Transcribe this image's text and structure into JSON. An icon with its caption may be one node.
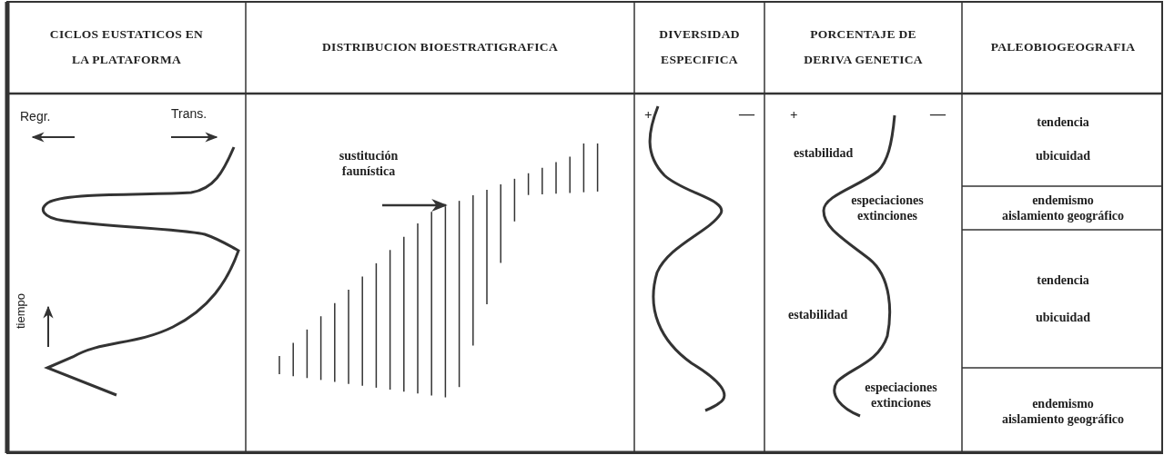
{
  "diagram": {
    "nodes": [
      {
        "text": [
          "CICLOS EUSTATICOS EN LA PLATAFORMA"
        ]
      },
      {
        "text": [
          "DISTRIBUCION BIOESTRATIGRAFICA"
        ]
      },
      {
        "text": [
          "DIVERSIDAD ESPECIFICA"
        ]
      },
      {
        "text": [
          "PORCENTAJE DE DERIVA GENETICA"
        ]
      },
      {
        "text": [
          "PALEOBIOGEOGRAFIA"
        ]
      },
      {
        "text": [
          "tendencia",
          "ubicuidad"
        ]
      },
      {
        "text": [
          "endemismo",
          "aislamiento geográfico"
        ]
      },
      {
        "text": [
          "tendencia",
          "ubicuidad"
        ]
      },
      {
        "text": [
          "endemismo",
          "aislamiento geográfico"
        ]
      }
    ],
    "labels": [
      "Regr.",
      "Trans.",
      "tiempo",
      "sustitución faunística",
      "+",
      "—",
      "+",
      "—",
      "estabilidad",
      "especiaciones extinciones",
      "estabilidad",
      "especiaciones extinciones"
    ]
  }
}
